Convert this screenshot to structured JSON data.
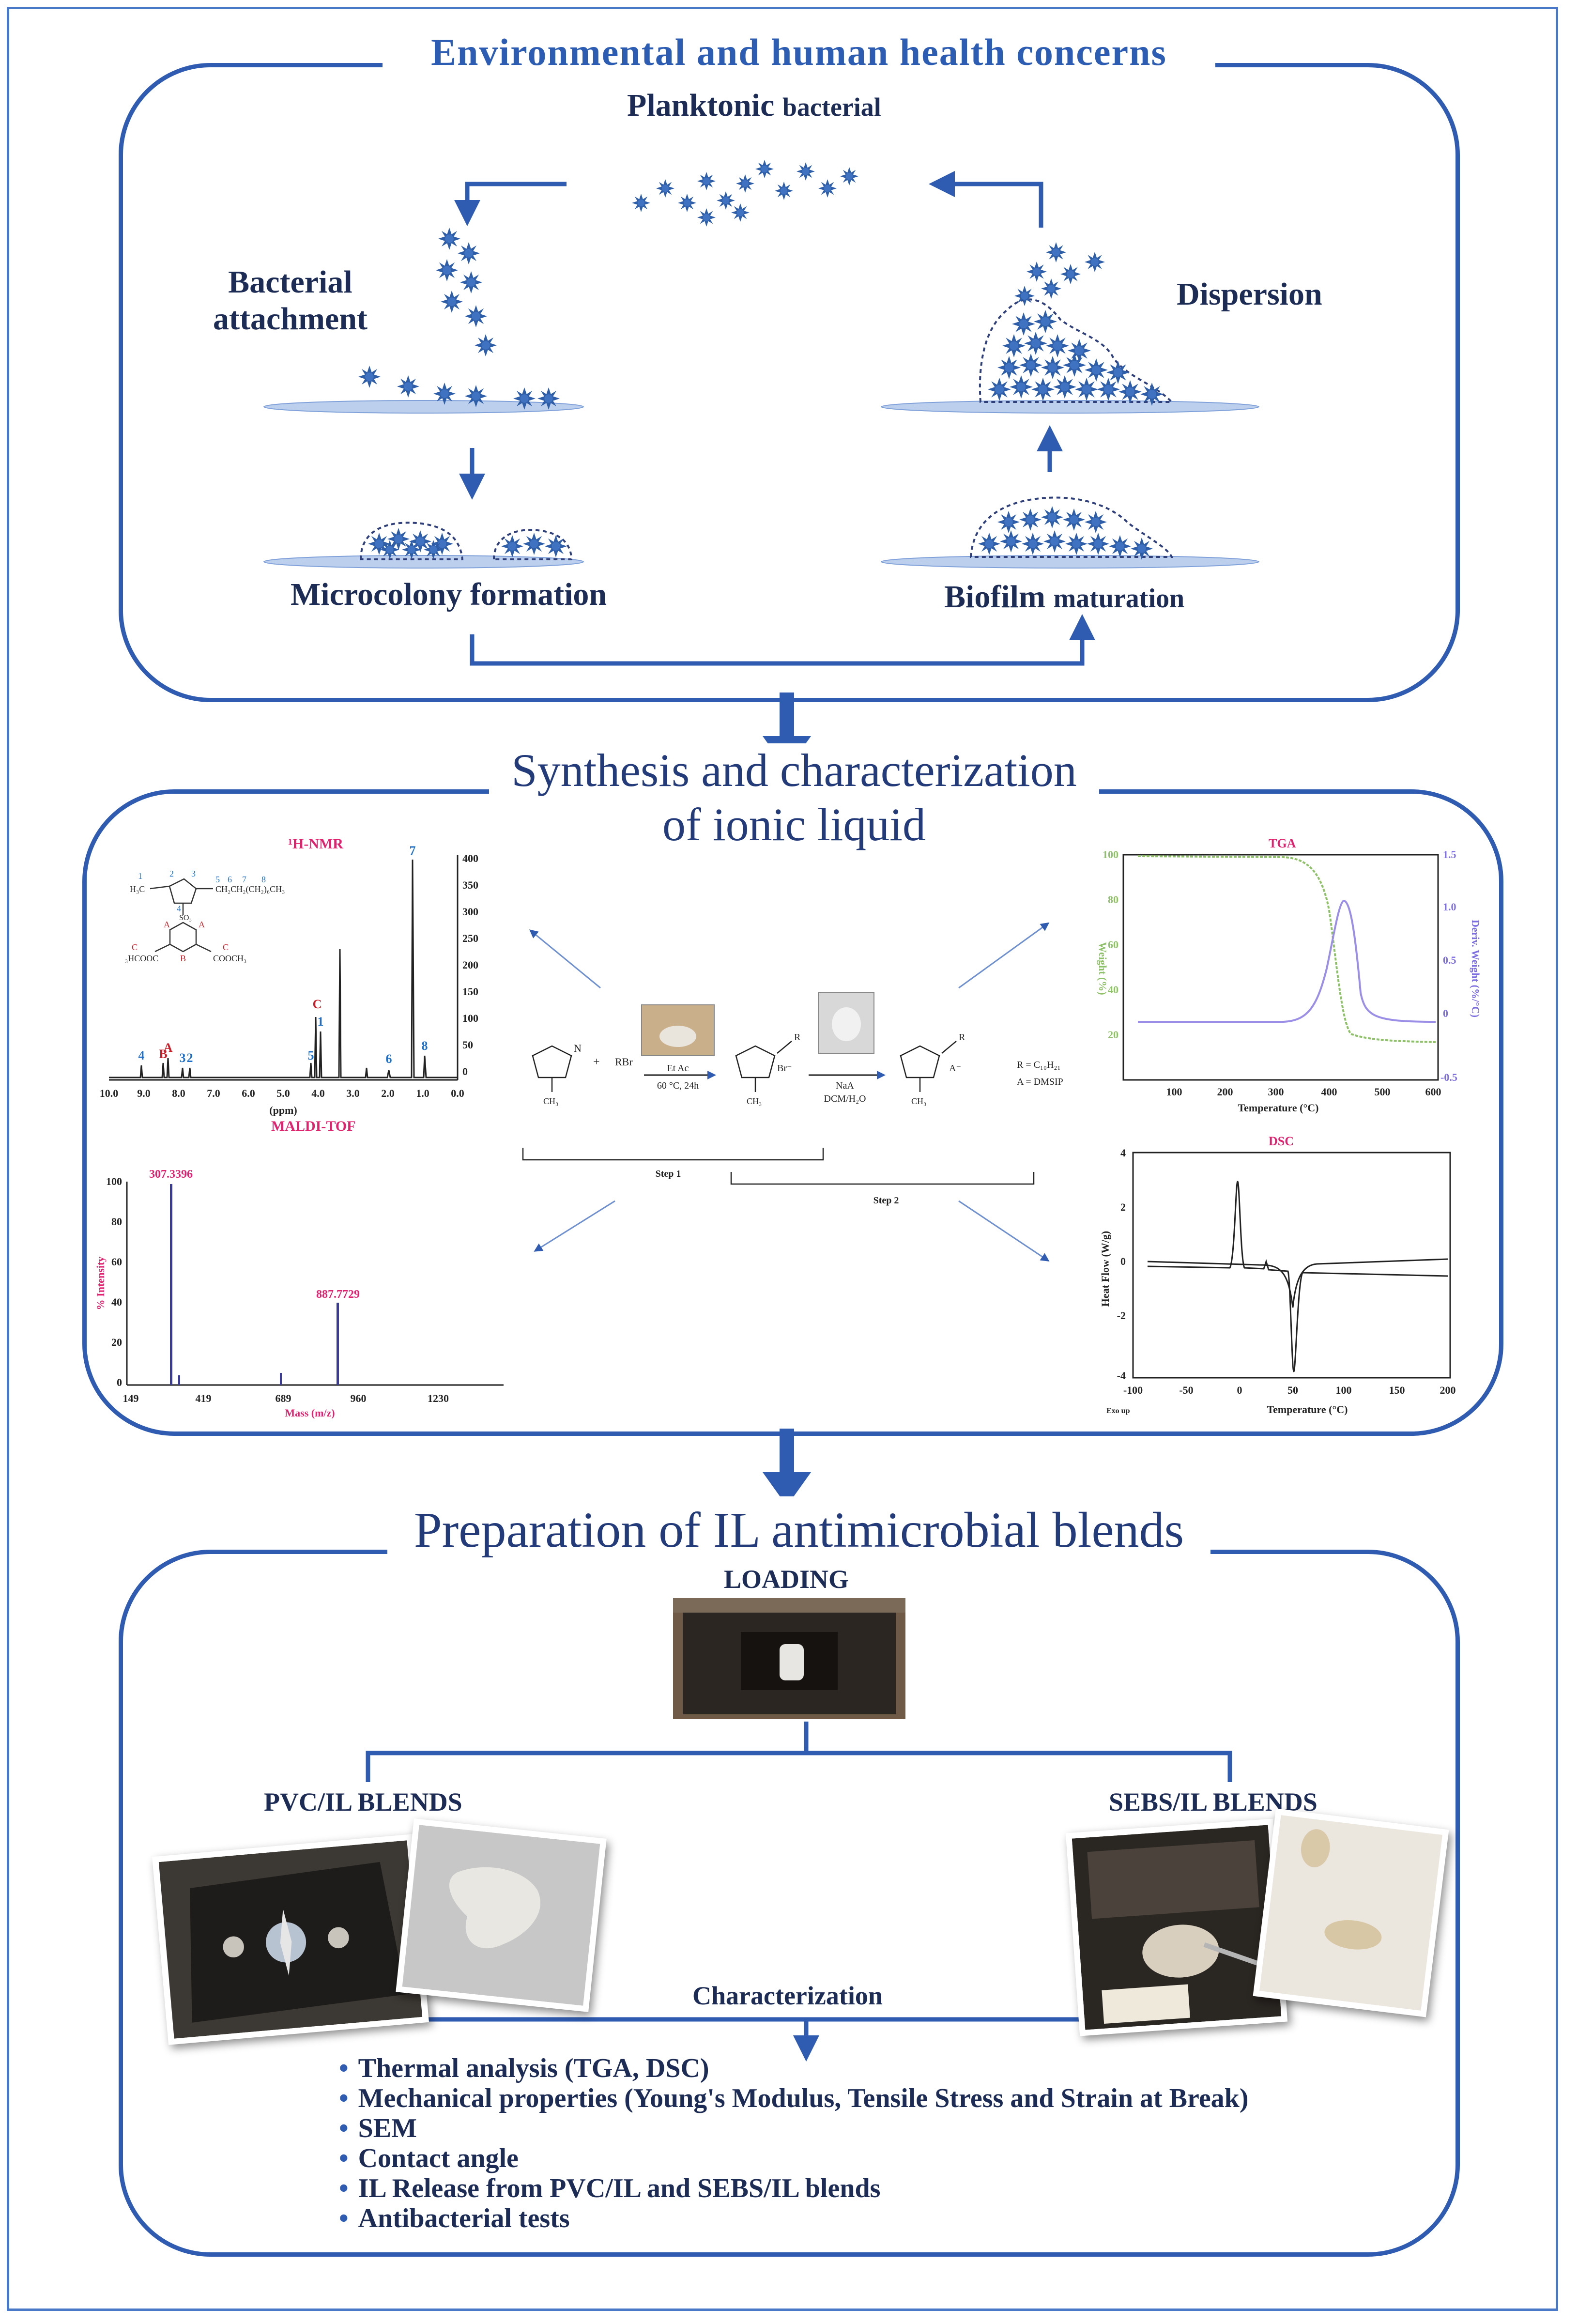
{
  "section1": {
    "title": "Environmental and human health concerns",
    "planktonic_bold": "Planktonic",
    "planktonic_rest": "bacterial",
    "attachment_line1": "Bacterial",
    "attachment_line2": "attachment",
    "dispersion": "Dispersion",
    "microcolony": "Microcolony formation",
    "biofilm_bold": "Biofilm",
    "biofilm_rest": "maturation"
  },
  "section2": {
    "title_line1": "Synthesis and characterization",
    "title_line2": "of ionic liquid",
    "nmr": {
      "title": "¹H-NMR",
      "xlabel": "(ppm)",
      "x_ticks": [
        "10.0",
        "9.0",
        "8.0",
        "7.0",
        "6.0",
        "5.0",
        "4.0",
        "3.0",
        "2.0",
        "1.0",
        "0.0"
      ],
      "y_ticks": [
        "400",
        "350",
        "300",
        "250",
        "200",
        "150",
        "100",
        "50",
        "0"
      ],
      "peak_labels": [
        "4",
        "B",
        "A",
        "3",
        "2",
        "5",
        "1",
        "C",
        "6",
        "7",
        "8"
      ],
      "chain": "CH₂CH₂(CH₂)₆CH₃",
      "methyl": "H₃C",
      "so3": "SO₃",
      "ester_left": "₃HCOOC",
      "ester_right": "COOCH₃",
      "ring_nums": [
        "1",
        "2",
        "3",
        "4",
        "5",
        "6",
        "7",
        "8"
      ],
      "letters": [
        "A",
        "A",
        "B",
        "C",
        "C"
      ]
    },
    "maldi": {
      "title": "MALDI-TOF",
      "ylabel": "% Intensity",
      "xlabel": "Mass (m/z)",
      "x_ticks": [
        "149",
        "419",
        "689",
        "960",
        "1230"
      ],
      "y_ticks": [
        "100",
        "80",
        "60",
        "40",
        "20",
        "0"
      ],
      "peak1": "307.3396",
      "peak2": "887.7729"
    },
    "reaction": {
      "plus": "+",
      "rbr": "RBr",
      "cond1_line1": "Et Ac",
      "cond1_line2": "60 °C, 24h",
      "br": "Br⁻",
      "cond2_line1": "NaA",
      "cond2_line2": "DCM/H₂O",
      "anion": "A⁻",
      "r_def": "R = C₁₀H₂₁",
      "a_def": "A = DMSIP",
      "ch3": "CH₃",
      "n": "N",
      "r": "R",
      "step1": "Step 1",
      "step2": "Step 2"
    },
    "tga": {
      "title": "TGA",
      "ylabel_left": "Weight (%)",
      "ylabel_right": "Deriv. Weight (%/°C)",
      "xlabel": "Temperature (°C)",
      "x_ticks": [
        "100",
        "200",
        "300",
        "400",
        "500",
        "600"
      ],
      "y_left_ticks": [
        "100",
        "80",
        "60",
        "40",
        "20"
      ],
      "y_right_ticks": [
        "1.5",
        "1.0",
        "0.5",
        "0",
        "-0.5"
      ]
    },
    "dsc": {
      "title": "DSC",
      "ylabel": "Heat Flow (W/g)",
      "xlabel": "Temperature (°C)",
      "exo": "Exo up",
      "x_ticks": [
        "-100",
        "-50",
        "0",
        "50",
        "100",
        "150",
        "200"
      ],
      "y_ticks": [
        "4",
        "2",
        "0",
        "-2",
        "-4"
      ]
    }
  },
  "section3": {
    "title": "Preparation of IL antimicrobial blends",
    "loading": "LOADING",
    "pvc": "PVC/IL BLENDS",
    "sebs": "SEBS/IL BLENDS",
    "characterization": "Characterization",
    "bullets": [
      "Thermal analysis (TGA, DSC)",
      "Mechanical properties (Young's Modulus, Tensile Stress and Strain at Break)",
      "SEM",
      "Contact angle",
      "IL Release from PVC/IL  and SEBS/IL blends",
      "Antibacterial tests"
    ]
  },
  "colors": {
    "primary": "#2f5bb0",
    "bacteria": "#2e5ea8",
    "pink_label": "#e0226e",
    "tga_green": "#8fc16a",
    "tga_purple": "#9a8ee6"
  }
}
